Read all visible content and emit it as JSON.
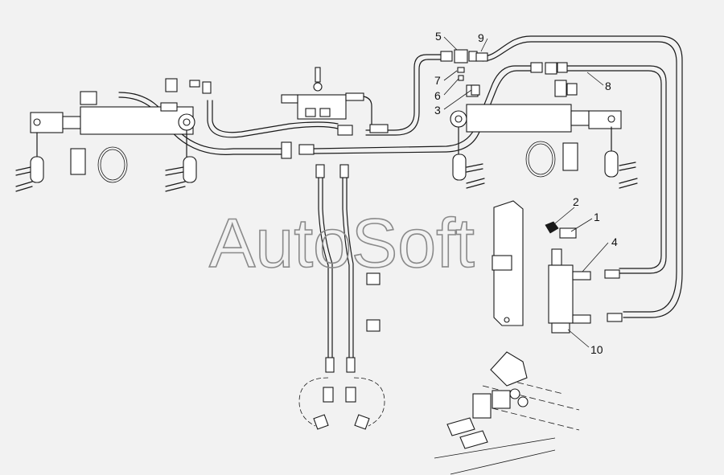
{
  "watermark": "AutoSoft",
  "callouts": [
    {
      "label": "1"
    },
    {
      "label": "2"
    },
    {
      "label": "3"
    },
    {
      "label": "4"
    },
    {
      "label": "5"
    },
    {
      "label": "6"
    },
    {
      "label": "7"
    },
    {
      "label": "8"
    },
    {
      "label": "9"
    },
    {
      "label": "10"
    }
  ],
  "colors": {
    "line": "#1a1a1a",
    "background": "#f2f2f2",
    "watermark": "#8a8a8a"
  }
}
